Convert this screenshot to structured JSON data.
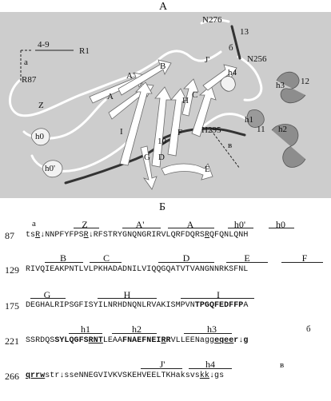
{
  "figure": {
    "panel_a_label": "A",
    "panel_b_label": "Б"
  },
  "structure_labels": {
    "n276": "N276",
    "n256": "N256",
    "l13": "13",
    "b_marker": "б",
    "r1": "R1",
    "l49": "4-9",
    "a_marker": "a",
    "r87": "R87",
    "b": "B",
    "a_prime": "A'",
    "a": "A",
    "j_prime": "J'",
    "h4": "h4",
    "h3": "h3",
    "l12": "12",
    "z": "Z",
    "h": "H",
    "c": "C",
    "h0": "h0",
    "i": "I",
    "l10": "10",
    "f": "F",
    "h295": "H295",
    "h1": "h1",
    "l11": "11",
    "h2": "h2",
    "v_marker": "в",
    "g": "G",
    "d": "D",
    "e": "E",
    "h0_prime": "h0'"
  },
  "sequence": {
    "top_marker_a": "a",
    "marker_b": "б",
    "marker_v": "в",
    "rows": [
      {
        "num": "87",
        "labels": [
          "Z",
          "A'",
          "A",
          "h0'",
          "h0"
        ],
        "s1": "ts",
        "s2": "R",
        "s3": "↓NNPFYFPS",
        "s4": "R",
        "s5": "↓RFSTRYGNQNGRIRVLQRFDQRS",
        "s6": "R",
        "s7": "QFQNLQNH"
      },
      {
        "num": "129",
        "labels": [
          "B",
          "C",
          "D",
          "E",
          "F"
        ],
        "text": "RIVQIEAKPNTLVLPKHADADNILVIQQGQATVTVANGNNRKSFNL"
      },
      {
        "num": "175",
        "labels": [
          "G",
          "H",
          "I"
        ],
        "s1": "DEGHALRIPSGFISYILNRHDNQNLRVAKISMPVN",
        "b1": "TPGQFEDFFP",
        "s2": "A"
      },
      {
        "num": "221",
        "labels": [
          "h1",
          "h2",
          "h3"
        ],
        "s1": "SSRDQS",
        "b1": "SYLQGFS",
        "b2": "RNT",
        "s2": "LEAA",
        "b3": "FNAEFNEI",
        "b4": "R",
        "b5": "R",
        "s3": "VLLEENagg",
        "b6": "eqee",
        "b7": "r",
        "s4": "↓",
        "b8": "g"
      },
      {
        "num": "266",
        "labels": [
          "J'",
          "h4"
        ],
        "b1": "qrrw",
        "s1": "str↓sseNNEGVIVKVSKEHVEELTKHaksvs",
        "s2": "kk",
        "s3": "↓gs"
      }
    ]
  }
}
